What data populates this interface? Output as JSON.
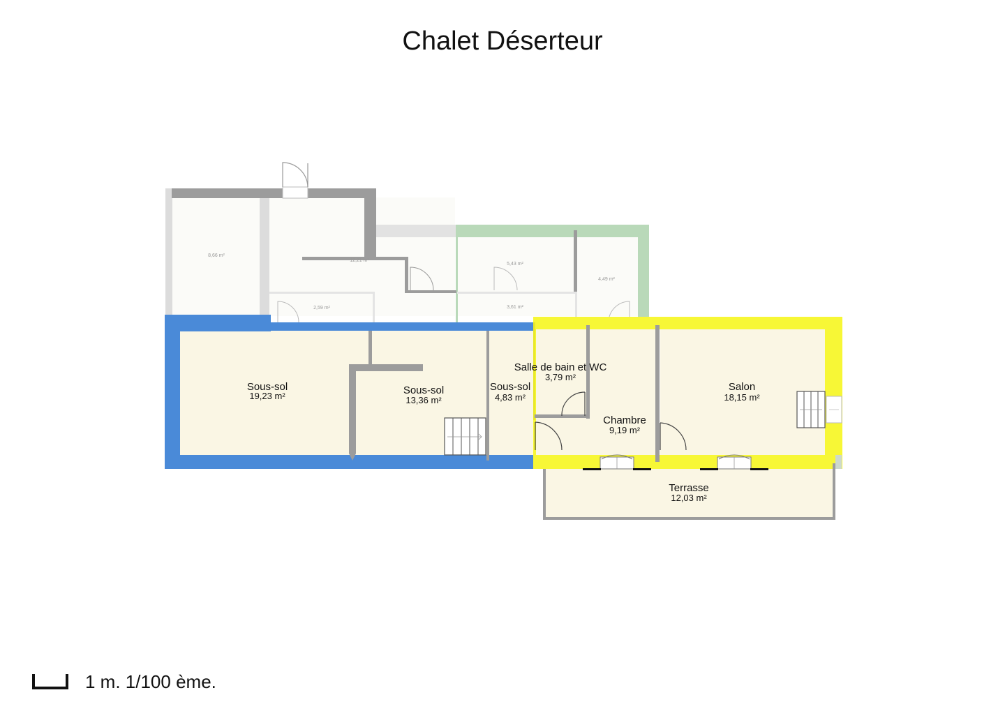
{
  "title": "Chalet Déserteur",
  "colors": {
    "blue_zone": "#4a8ad8",
    "yellow_zone": "#f7f736",
    "green_zone": "#b6d7b6",
    "wall_grey": "#9a9a9a",
    "light_grey": "#d8d8d8",
    "room_fill": "#faf6e4",
    "faint_fill": "#fbfbf8"
  },
  "rooms": [
    {
      "name": "Sous-sol",
      "area": "19,23 m²"
    },
    {
      "name": "Sous-sol",
      "area": "13,36 m²"
    },
    {
      "name": "Sous-sol",
      "area": "4,83 m²"
    },
    {
      "name": "Salle de bain et WC",
      "area": "3,79 m²"
    },
    {
      "name": "Chambre",
      "area": "9,19 m²"
    },
    {
      "name": "Salon",
      "area": "18,15 m²"
    },
    {
      "name": "Terrasse",
      "area": "12,03 m²"
    }
  ],
  "upper_areas": [
    "8,66 m²",
    "12,21 m²",
    "2,59 m²",
    "5,43 m²",
    "3,61 m²",
    "4,49 m²"
  ],
  "scale": {
    "label": "1 m. 1/100 ème."
  }
}
